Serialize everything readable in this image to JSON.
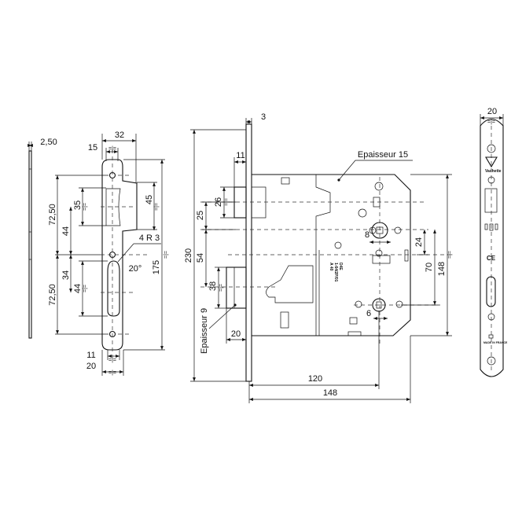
{
  "dimensions": {
    "strip_thickness": "2,50",
    "strike_width": "32",
    "strike_offset": "15",
    "strike_spacing_top": "72,50",
    "strike_spacing_bottom": "72,50",
    "strike_44_top": "44",
    "strike_35": "35",
    "strike_34": "34",
    "strike_44_bottom": "44",
    "strike_45": "45",
    "strike_175": "175",
    "strike_radius": "4 R 3",
    "strike_angle": "20°",
    "strike_11": "11",
    "strike_20": "20",
    "faceplate_thickness": "3",
    "latch_projection": "11",
    "total_height": "230",
    "latch_height": "26",
    "latch_to_follower": "25",
    "follower_to_deadbolt": "54",
    "deadbolt_height": "38",
    "deadbolt_projection": "20",
    "follower_square": "8",
    "cylinder_square": "6",
    "follower_offset": "24",
    "follower_to_cylinder": "70",
    "case_height": "148",
    "backset": "120",
    "case_depth": "148",
    "front_width": "20",
    "equal_mark": "=|="
  },
  "labels": {
    "case_thickness": "Epaisseur 15",
    "deadbolt_thickness": "Epaisseur 9"
  },
  "logo": {
    "brand": "Vachette",
    "ce_mark": "CE",
    "origin": "MADE IN FRANCE"
  }
}
